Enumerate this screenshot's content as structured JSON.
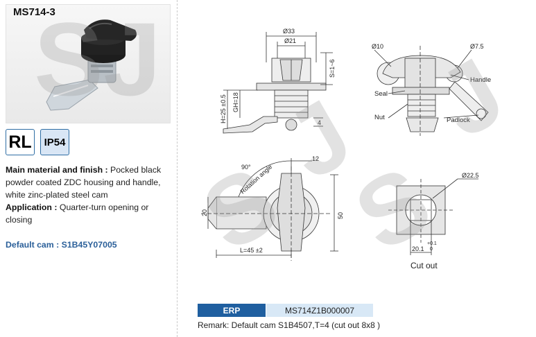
{
  "product": {
    "model": "MS714-3",
    "badges": {
      "rl": "RL",
      "ip": "IP54"
    },
    "material_label": "Main material and finish :",
    "material_text": " Pocked black powder coated ZDC housing and handle, white zinc-plated steel cam",
    "application_label": "Application :",
    "application_text": " Quarter-turn opening or closing",
    "default_cam": "Default cam : S1B45Y07005"
  },
  "drawing": {
    "dims": {
      "d33": "Ø33",
      "d21": "Ø21",
      "s": "S=1~6",
      "h": "H=25 ±0.5",
      "gh": "GH=18",
      "four": "4",
      "d10": "Ø10",
      "d75": "Ø7.5",
      "angle": "90°",
      "rotation": "Rotation angle",
      "twelve": "12",
      "twenty": "20",
      "fifty": "50",
      "length": "L=45 ±2",
      "d225": "Ø22.5",
      "cut_w": "20.1",
      "tol_plus": "+0.1",
      "tol_zero": "0"
    },
    "labels": {
      "handle": "Handle",
      "seal": "Seal",
      "nut": "Nut",
      "padlock": "Padlock"
    },
    "cut_out": "Cut out"
  },
  "erp": {
    "tag": "ERP",
    "code": "MS714Z1B000007"
  },
  "remark": "Remark: Default cam S1B4507,T=4 (cut out 8x8 )",
  "watermark": "SJ"
}
